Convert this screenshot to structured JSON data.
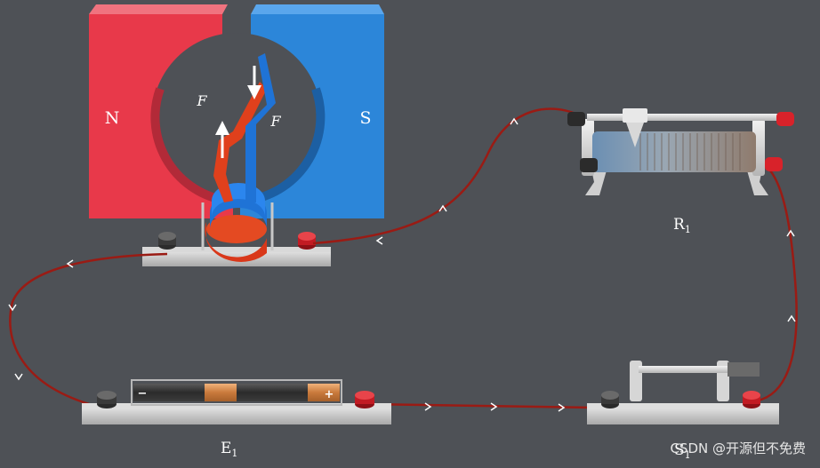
{
  "magnet": {
    "north_label": "N",
    "south_label": "S",
    "force_label": "F"
  },
  "components": {
    "rheostat_label": "R",
    "rheostat_sub": "1",
    "battery_label": "E",
    "battery_sub": "1",
    "switch_label": "S",
    "switch_sub": "1",
    "battery_minus": "−",
    "battery_plus": "+"
  },
  "watermark": "CSDN @开源但不免费",
  "colors": {
    "background": "#4e5156",
    "north": "#e8394a",
    "south": "#2c86d9",
    "coil_red": "#e0401c",
    "coil_blue": "#1f73d6",
    "wire": "#9a1b14",
    "terminal_red": "#d8222a"
  }
}
